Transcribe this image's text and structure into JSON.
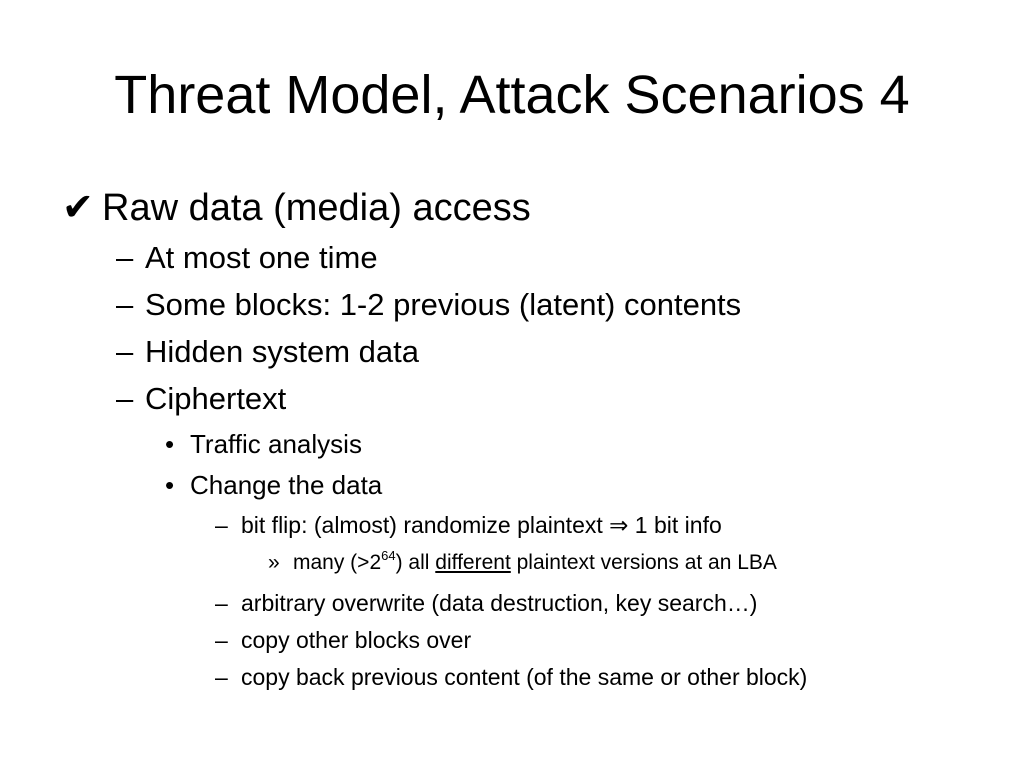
{
  "slide": {
    "title": "Threat Model, Attack Scenarios 4",
    "l1": {
      "mark": "✔",
      "text": "Raw data (media) access"
    },
    "l2_items": [
      {
        "mark": "–",
        "text": "At most one time"
      },
      {
        "mark": "–",
        "text": "Some blocks: 1-2 previous (latent) contents"
      },
      {
        "mark": "–",
        "text": "Hidden system data"
      },
      {
        "mark": "–",
        "text": "Ciphertext"
      }
    ],
    "l3_items": [
      {
        "mark": "•",
        "text": "Traffic analysis"
      },
      {
        "mark": "•",
        "text": "Change the data"
      }
    ],
    "bitflip": {
      "mark": "–",
      "text": "bit flip: (almost) randomize plaintext ⇒ 1 bit info"
    },
    "many": {
      "mark": "»",
      "pre": "many (>2",
      "sup": "64",
      "post": ") all ",
      "underline": "different",
      "tail": " plaintext versions at an LBA"
    },
    "l4_items": [
      {
        "mark": "–",
        "text": "arbitrary overwrite (data destruction, key search…)"
      },
      {
        "mark": "–",
        "text": "copy other blocks over"
      },
      {
        "mark": "–",
        "text": "copy back previous content (of the same or other block)"
      }
    ]
  }
}
